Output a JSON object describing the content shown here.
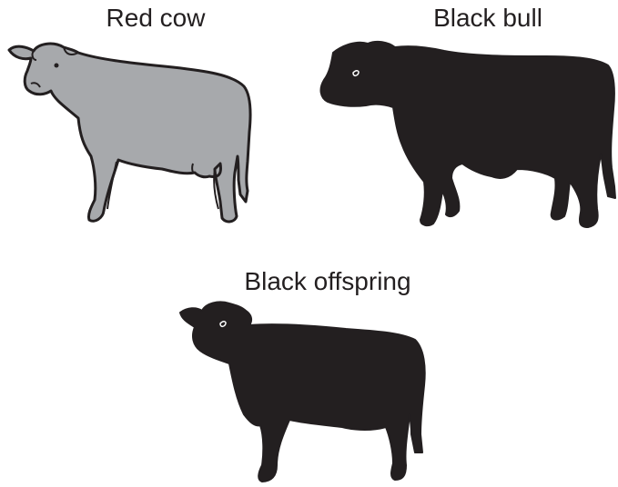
{
  "labels": {
    "red_cow": "Red cow",
    "black_bull": "Black bull",
    "black_offspring": "Black offspring"
  },
  "colors": {
    "red_cow_fill": "#a7a9ac",
    "black_fill": "#231f20",
    "outline": "#231f20",
    "eye": "#ffffff"
  }
}
